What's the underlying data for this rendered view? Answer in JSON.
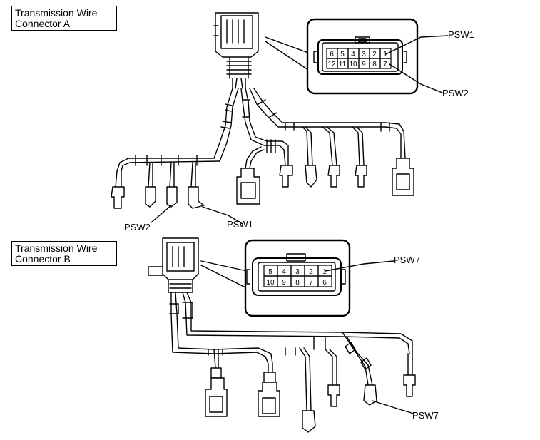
{
  "connector_a": {
    "title_line1": "Transmission Wire",
    "title_line2": "Connector A",
    "pins_top": [
      "6",
      "5",
      "4",
      "3",
      "2",
      "1"
    ],
    "pins_bottom": [
      "12",
      "11",
      "10",
      "9",
      "8",
      "7"
    ],
    "label_psw1_pin": "PSW1",
    "label_psw2_pin": "PSW2",
    "label_psw2_plug": "PSW2",
    "label_psw1_plug": "PSW1"
  },
  "connector_b": {
    "title_line1": "Transmission Wire",
    "title_line2": "Connector B",
    "pins_top": [
      "5",
      "4",
      "3",
      "2",
      "1"
    ],
    "pins_bottom": [
      "10",
      "9",
      "8",
      "7",
      "6"
    ],
    "label_psw7_pin": "PSW7",
    "label_psw7_plug": "PSW7"
  }
}
